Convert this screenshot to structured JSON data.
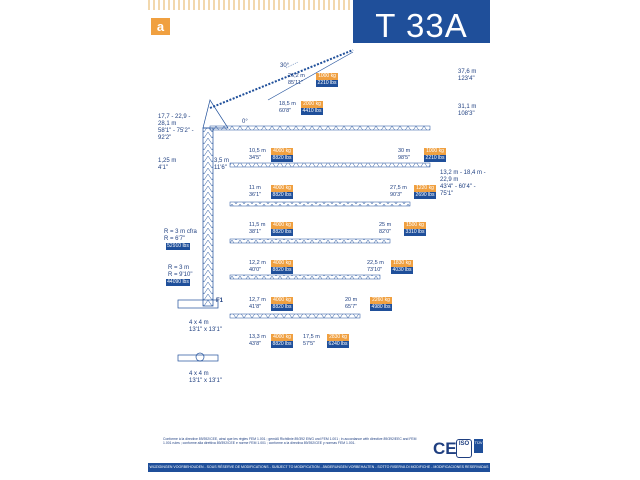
{
  "header": {
    "logo_letter": "a",
    "model": "T 33A"
  },
  "jib_angles": {
    "luffed": "30°",
    "horizontal": "0°"
  },
  "heights": {
    "right_top": [
      "37,6 m",
      "123'4\""
    ],
    "right_mid": [
      "31,1 m",
      "108'3\""
    ],
    "right_bottom": [
      "13,2 m - 18,4 m - 22,9 m",
      "43'4\" - 60'4\" - 75'1\""
    ],
    "left_mast": [
      "17,7 - 22,9 - 28,1 m",
      "58'1\" - 75'2\" - 92'2\""
    ],
    "left_base": [
      "1,25 m",
      "4'1\""
    ],
    "left_section": [
      "3,5 m",
      "11'6\""
    ]
  },
  "ballast": [
    {
      "r": "R = 3 m cfra",
      "r2": "R = 6'7\"",
      "kg": "",
      "lbs": "52910 lbs"
    },
    {
      "r": "R = 3 m",
      "r2": "R = 9'10\"",
      "kg": "",
      "lbs": "44090 lbs"
    }
  ],
  "foundation": {
    "size_m": "4 x 4 m",
    "size_ft": "13'1\" x 13'1\"",
    "tag": "F1"
  },
  "configs": [
    {
      "reach_m": "26,2 m",
      "reach_ft": "85'11\"",
      "kg": "1000 kg",
      "lbs": "2210 lbs"
    },
    {
      "reach_m": "18,5 m",
      "reach_ft": "60'8\"",
      "kg": "2000 kg",
      "lbs": "4410 lbs"
    },
    {
      "reach_m": "10,5 m",
      "reach_ft": "34'5\"",
      "kg": "4000 kg",
      "lbs": "8820 lbs"
    },
    {
      "reach_m": "30 m",
      "reach_ft": "98'5\"",
      "kg": "1000 kg",
      "lbs": "2210 lbs"
    },
    {
      "reach_m": "11 m",
      "reach_ft": "36'1\"",
      "kg": "4000 kg",
      "lbs": "8820 lbs"
    },
    {
      "reach_m": "27,5 m",
      "reach_ft": "90'3\"",
      "kg": "1220 kg",
      "lbs": "2690 lbs"
    },
    {
      "reach_m": "11,5 m",
      "reach_ft": "38'1\"",
      "kg": "4000 kg",
      "lbs": "8820 lbs"
    },
    {
      "reach_m": "25 m",
      "reach_ft": "82'0\"",
      "kg": "1500 kg",
      "lbs": "3310 lbs"
    },
    {
      "reach_m": "12,2 m",
      "reach_ft": "40'0\"",
      "kg": "4000 kg",
      "lbs": "8820 lbs"
    },
    {
      "reach_m": "22,5 m",
      "reach_ft": "73'10\"",
      "kg": "1830 kg",
      "lbs": "4030 lbs"
    },
    {
      "reach_m": "12,7 m",
      "reach_ft": "41'8\"",
      "kg": "4000 kg",
      "lbs": "8820 lbs"
    },
    {
      "reach_m": "20 m",
      "reach_ft": "65'7\"",
      "kg": "2260 kg",
      "lbs": "4980 lbs"
    },
    {
      "reach_m": "13,3 m",
      "reach_ft": "43'8\"",
      "kg": "4000 kg",
      "lbs": "8820 lbs"
    },
    {
      "reach_m": "17,5 m",
      "reach_ft": "57'5\"",
      "kg": "2830 kg",
      "lbs": "6240 lbs"
    }
  ],
  "footer": {
    "note": "Conforme à la directive 89/392/CEE, ainsi que les règles FEM 1.001 ; gemäß Richtlinie 89/392 EWG und FEM 1.001 ; in accordance with directive 89/392/EEC and FEM 1.001 rules ; conforme alla direttiva 89/392/CEE e norme FEM 1.001 ; conforme a la directiva 89/392/CEE y normas FEM 1.001.",
    "bar": "WIJZIGINGEN VOORBEHOUDEN - SOUS RÉSERVE DE MODIFICATIONS - SUBJECT TO MODIFICATION - ÄNDERUNGEN VORBEHALTEN - SOTTO RISERVA DI MODIFICHE - MODIFICACIONES RESERVADAS",
    "ce": "CE",
    "cert": "ISO",
    "cert_tag": "TÜV"
  }
}
